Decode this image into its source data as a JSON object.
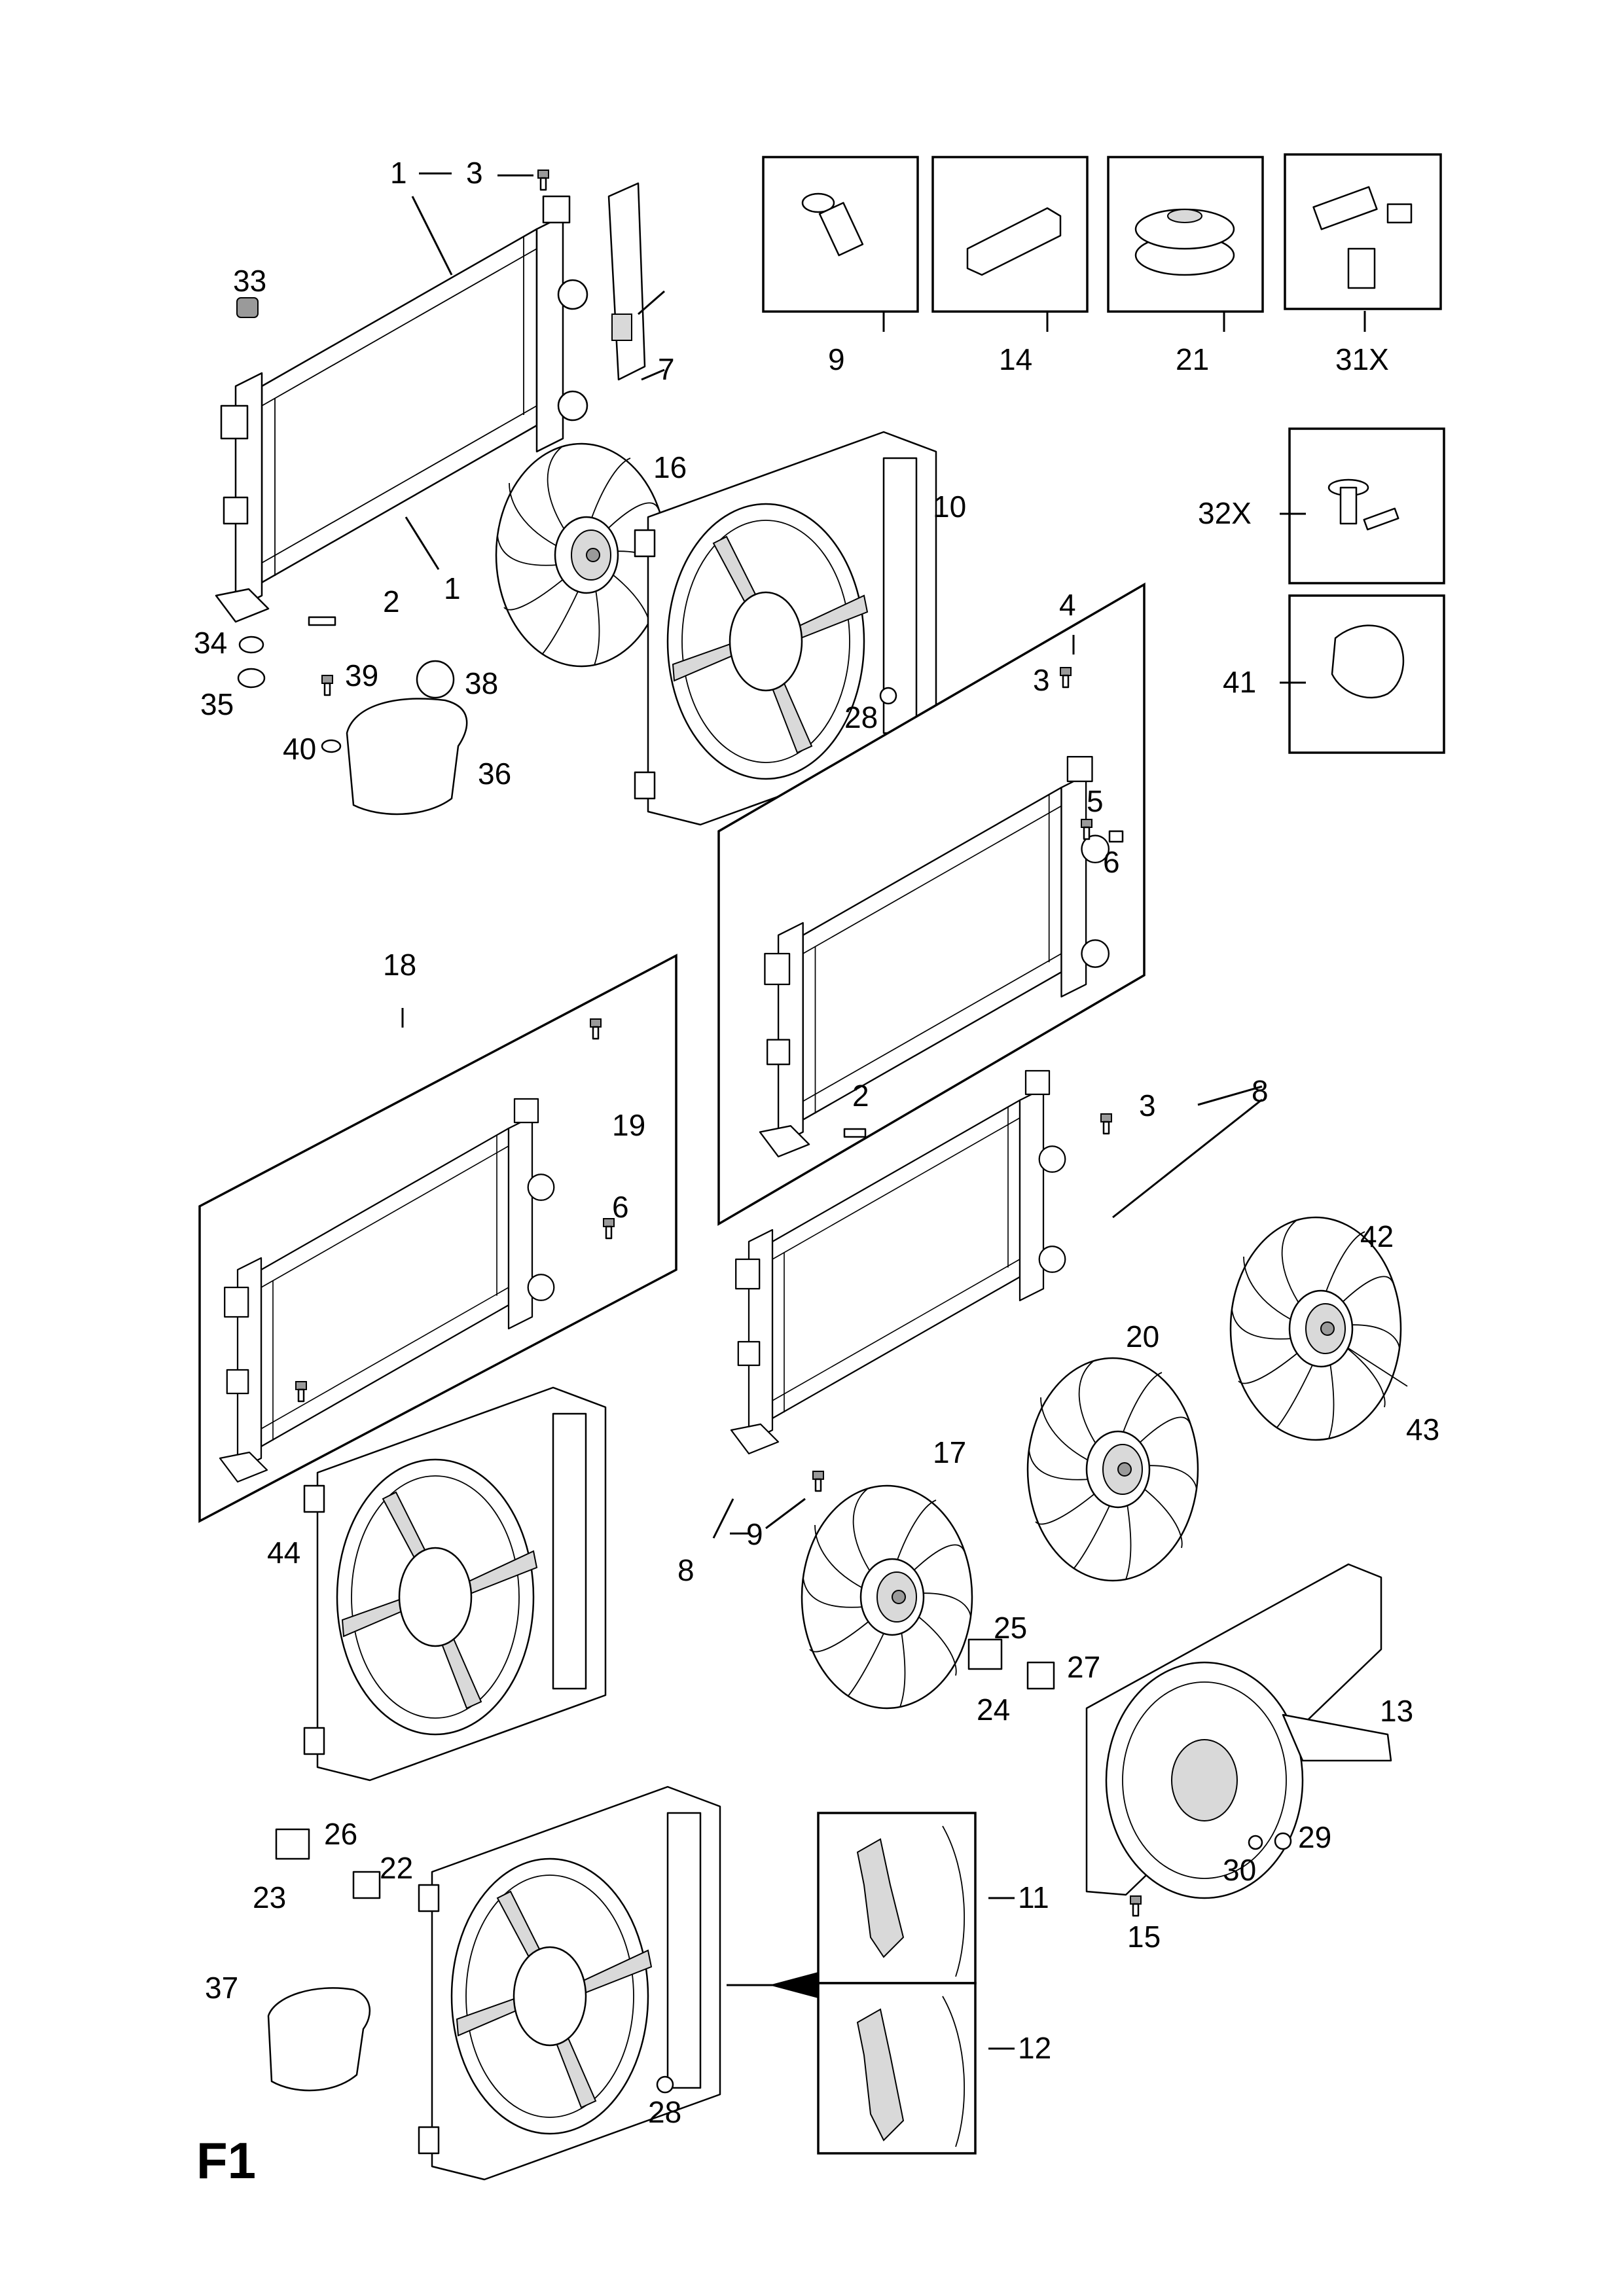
{
  "page_code": "F1",
  "callouts": {
    "c1": "1",
    "c2": "2",
    "c3": "3",
    "c4": "4",
    "c5": "5",
    "c6": "6",
    "c7": "7",
    "c8": "8",
    "c9": "9",
    "c10": "10",
    "c11": "11",
    "c12": "12",
    "c13": "13",
    "c14": "14",
    "c15": "15",
    "c16": "16",
    "c17": "17",
    "c18": "18",
    "c19": "19",
    "c20": "20",
    "c21": "21",
    "c22": "22",
    "c23": "23",
    "c24": "24",
    "c25": "25",
    "c26": "26",
    "c27": "27",
    "c28": "28",
    "c29": "29",
    "c30": "30",
    "c31x": "31X",
    "c32x": "32X",
    "c33": "33",
    "c34": "34",
    "c35": "35",
    "c36": "36",
    "c37": "37",
    "c38": "38",
    "c39": "39",
    "c40": "40",
    "c41": "41",
    "c42": "42",
    "c43": "43",
    "c44": "44"
  }
}
